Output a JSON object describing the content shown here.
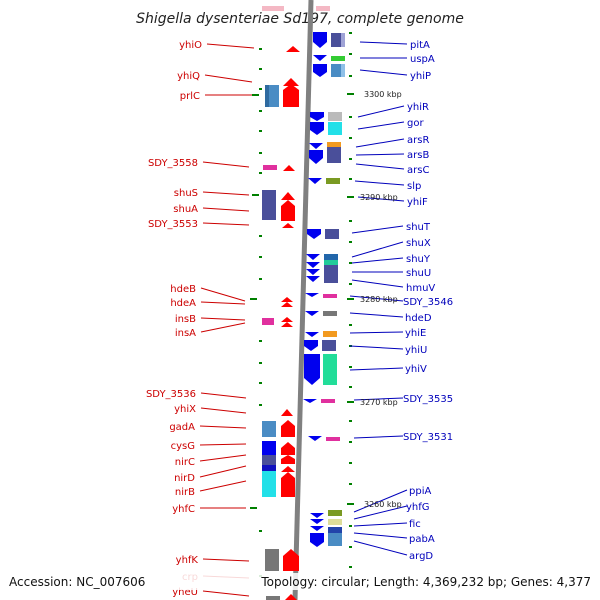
{
  "title": "Shigella dysenteriae Sd197, complete genome",
  "footer": {
    "accession": "Accession: NC_007606",
    "topology": "Topology: circular; Length: 4,369,232 bp; Genes: 4,377"
  },
  "scale_labels": [
    "3300 kbp",
    "3290 kbp",
    "3280 kbp",
    "3270 kbp",
    "3260 kbp"
  ],
  "colors": {
    "left_label": "#cc0000",
    "right_label": "#0000bb",
    "backbone": "#808080",
    "forward_gene": "#ff0000",
    "reverse_gene": "#0000ee",
    "tick": "#008000"
  },
  "left_genes": [
    "yhiO",
    "yhiQ",
    "prlC",
    "SDY_3558",
    "shuS",
    "shuA",
    "SDY_3553",
    "hdeB",
    "hdeA",
    "insB",
    "insA",
    "SDY_3536",
    "yhiX",
    "gadA",
    "cysG",
    "nirC",
    "nirD",
    "nirB",
    "yhfC",
    "yhfK",
    "crp",
    "yheU"
  ],
  "right_genes": [
    "pitA",
    "uspA",
    "yhiP",
    "yhiR",
    "gor",
    "arsR",
    "arsB",
    "arsC",
    "slp",
    "yhiF",
    "shuT",
    "shuX",
    "shuY",
    "shuU",
    "hmuV",
    "SDY_3546",
    "hdeD",
    "yhiE",
    "yhiU",
    "yhiV",
    "SDY_3535",
    "SDY_3531",
    "ppiA",
    "yhfG",
    "fic",
    "pabA",
    "argD"
  ]
}
